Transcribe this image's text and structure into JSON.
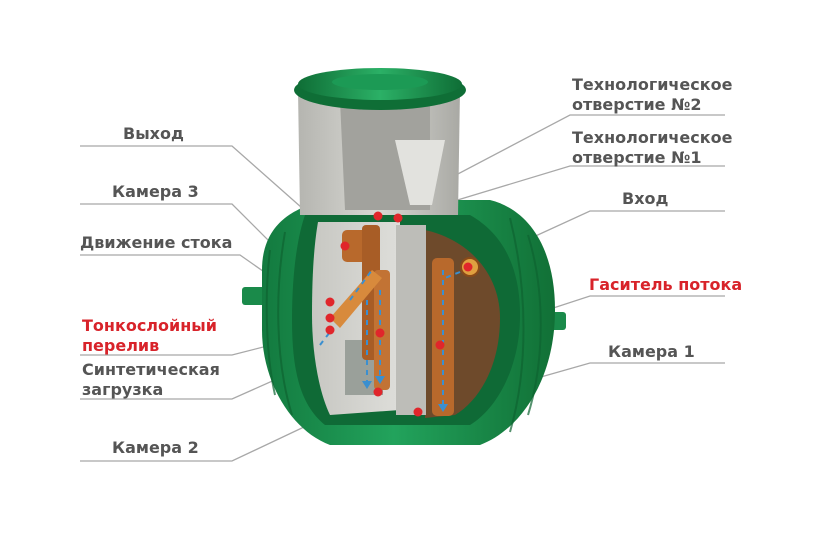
{
  "labels": {
    "vyhod": "Выход",
    "kamera3": "Камера 3",
    "dvizhenie": "Движение стока",
    "tonkosloyny_1": "Тонкослойный",
    "tonkosloyny_2": "перелив",
    "sintet_1": "Синтетическая",
    "sintet_2": "загрузка",
    "kamera2": "Камера 2",
    "tehn2_1": "Технологическое",
    "tehn2_2": "отверстие №2",
    "tehn1_1": "Технологическое",
    "tehn1_2": "отверстие №1",
    "vhod": "Вход",
    "gasitel": "Гаситель потока",
    "kamera1": "Камера 1"
  },
  "colors": {
    "label_gray": "#555555",
    "label_red": "#d8232a",
    "tank_green": "#1f9a55",
    "tank_green_dark": "#137a3f",
    "concrete": "#c9c9c4",
    "pipe_orange": "#b8692c",
    "flow_blue": "#3a8fd0",
    "marker_red": "#e0262b",
    "leader_line": "#a8a8a8"
  }
}
